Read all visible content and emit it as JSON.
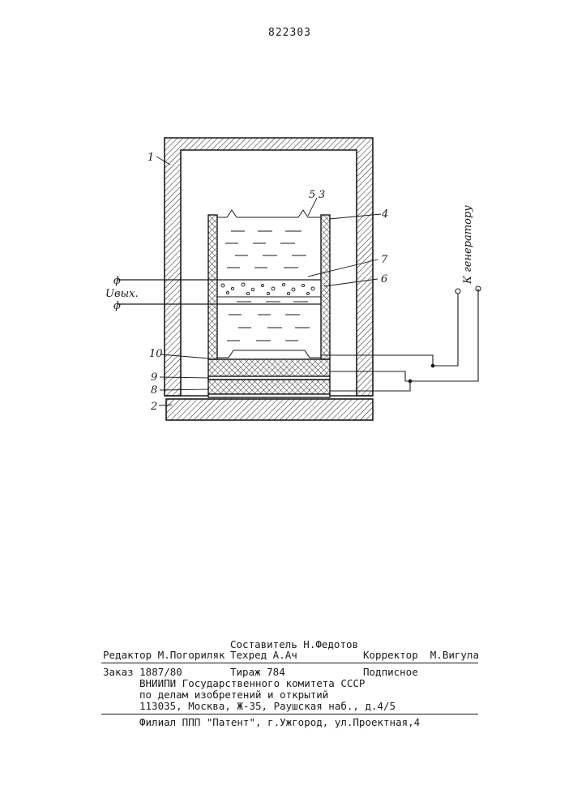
{
  "header": {
    "patent_number": "822303"
  },
  "drawing": {
    "labels": {
      "l1": "1",
      "l2": "2",
      "l3": "3",
      "l4": "4",
      "l5": "5",
      "l6": "6",
      "l7": "7",
      "l8": "8",
      "l9": "9",
      "l10": "10",
      "output": "Uвых.",
      "phi_top": "ϕ",
      "phi_bottom": "ϕ",
      "to_generator": "К генератору"
    }
  },
  "colophon": {
    "compiler": "Составитель Н.Федотов",
    "editor": "Редактор М.Погориляк",
    "techred": "Техред А.Ач",
    "corrector": "Корректор  М.Вигула",
    "order": "Заказ 1887/80",
    "circulation": "Тираж 784",
    "subscription": "Подписное",
    "org_line1": "ВНИИПИ Государственного комитета СССР",
    "org_line2": "по делам изобретений и открытий",
    "org_address": "113035, Москва, Ж-35, Раушская наб., д.4/5",
    "branch": "Филиал ППП \"Патент\", г.Ужгород, ул.Проектная,4"
  }
}
